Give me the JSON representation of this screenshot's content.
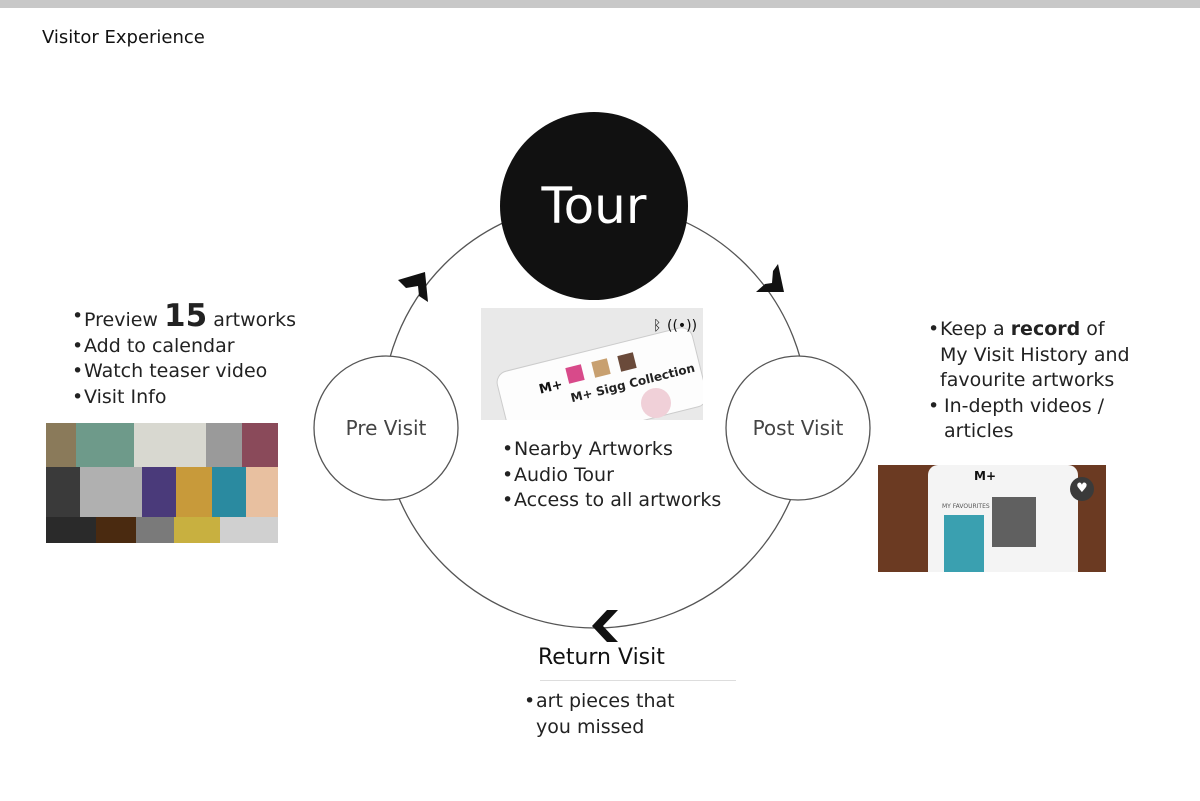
{
  "page": {
    "title": "Visitor Experience"
  },
  "tour": {
    "label": "Tour",
    "items": [
      "Nearby Artworks",
      "Audio Tour",
      "Access to all artworks"
    ],
    "phone_logo": "M+",
    "phone_banner": "M+ Sigg Collection",
    "icons": [
      "bluetooth-icon",
      "beacon-icon"
    ]
  },
  "pre_visit": {
    "label": "Pre Visit",
    "item1_prefix": "Preview",
    "item1_number": "15",
    "item1_suffix": "artworks",
    "items": [
      "Add to calendar",
      "Watch teaser video",
      "Visit Info"
    ]
  },
  "post_visit": {
    "label": "Post Visit",
    "item1_prefix": "Keep a",
    "item1_bold": "record",
    "item1_suffix": "of",
    "item1_line2": "My Visit History and",
    "item1_line3": "favourite artworks",
    "item2_line1": "In-depth videos /",
    "item2_line2": "articles",
    "phone_logo": "M+",
    "phone_tab": "MY FAVOURITES",
    "icons": [
      "heart-icon"
    ]
  },
  "return_visit": {
    "label": "Return Visit",
    "line1": "art pieces that",
    "line2": "you missed"
  },
  "colors": {
    "dark_circle": "#111111",
    "stroke": "#555555",
    "top_bar": "#c8c8c8"
  }
}
